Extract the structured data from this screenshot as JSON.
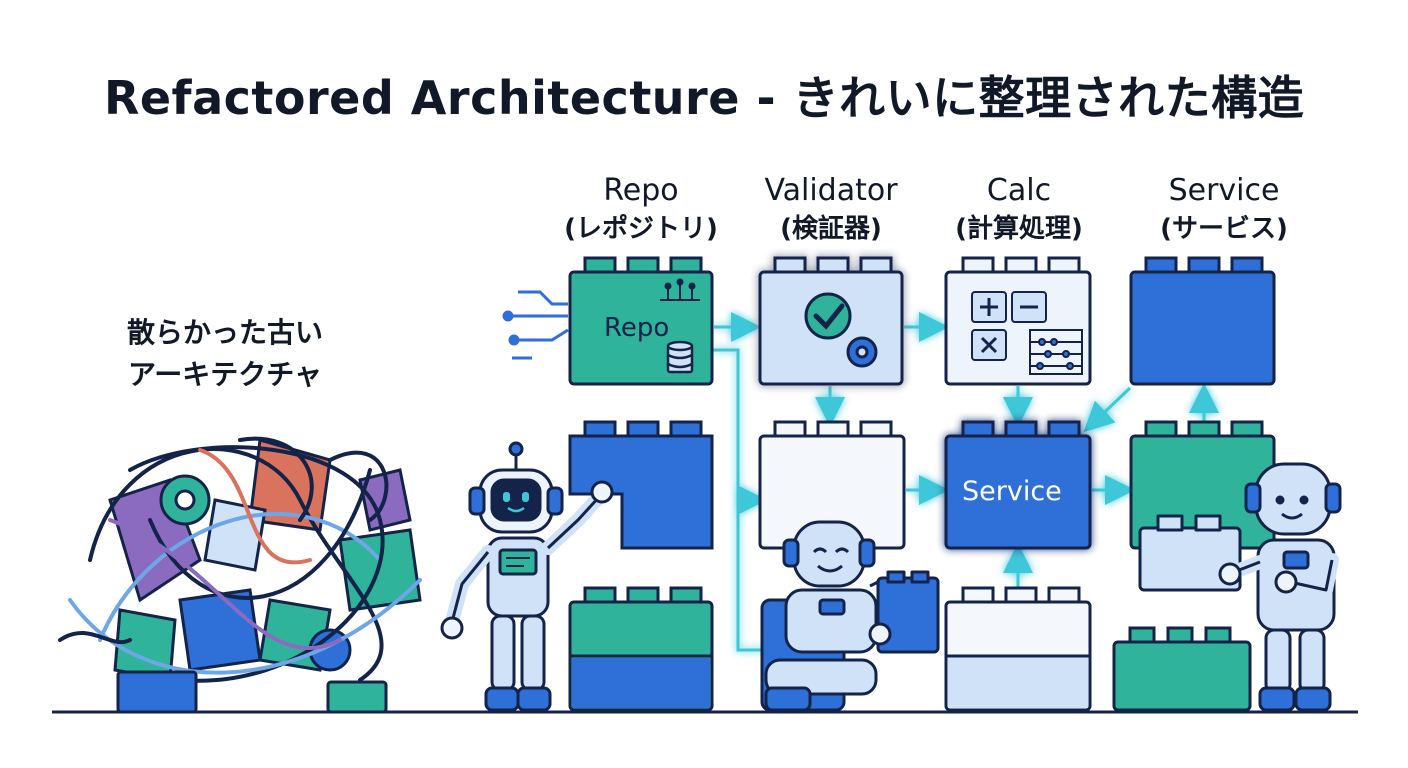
{
  "title": "Refactored Architecture - きれいに整理された構造",
  "columns": [
    {
      "en": "Repo",
      "jp": "(レポジトリ)"
    },
    {
      "en": "Validator",
      "jp": "(検証器)"
    },
    {
      "en": "Calc",
      "jp": "(計算処理)"
    },
    {
      "en": "Service",
      "jp": "(サービス)"
    }
  ],
  "legacy": {
    "line1": "散らかった古い",
    "line2": "アーキテクチャ"
  },
  "blocks": {
    "repo_label": "Repo",
    "service_label": "Service"
  },
  "colors": {
    "green": "#2fb39a",
    "blue": "#2f6fd8",
    "light_blue": "#cfe2f8",
    "navy": "#14234a",
    "cyan": "#3cc7d8"
  }
}
